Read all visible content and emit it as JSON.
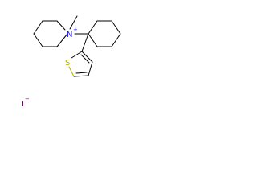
{
  "atoms": {
    "methyl_label": "",
    "nitrogen": "N",
    "nitrogen_charge": "+",
    "sulfur": "S",
    "iodide": "I",
    "iodide_charge": "−"
  },
  "colors": {
    "bond": "#000000",
    "nitrogen": "#1a1aff",
    "sulfur": "#b3b300",
    "iodine": "#6b006b"
  }
}
